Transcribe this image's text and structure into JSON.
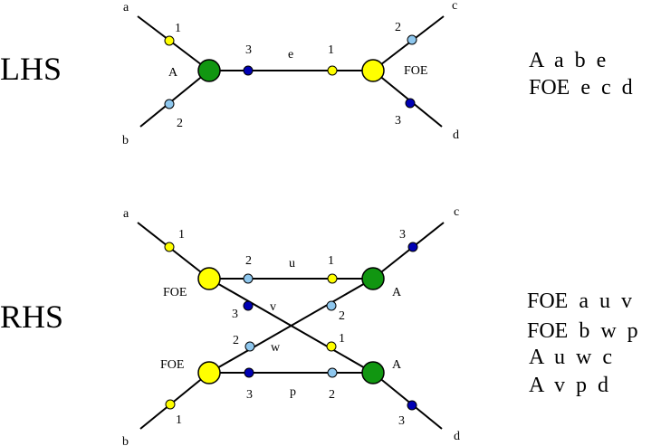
{
  "colors": {
    "green": "#119611",
    "yellow": "#ffff00",
    "light_blue": "#8ec7ee",
    "dark_blue": "#0000b4"
  },
  "lhs": {
    "title": "LHS",
    "free_a": "a",
    "free_b": "b",
    "free_c": "c",
    "free_d": "d",
    "agent_A": "A",
    "agent_FOE": "FOE",
    "edge_e": "e",
    "port_A_1": "1",
    "port_A_2": "2",
    "port_A_3": "3",
    "port_FOE_1": "1",
    "port_FOE_2": "2",
    "port_FOE_3": "3",
    "rules": [
      "A  a  b  e",
      "FOE  e  c  d"
    ]
  },
  "rhs": {
    "title": "RHS",
    "free_a": "a",
    "free_b": "b",
    "free_c": "c",
    "free_d": "d",
    "agent_FOE_top": "FOE",
    "agent_FOE_bottom": "FOE",
    "agent_A_top": "A",
    "agent_A_bottom": "A",
    "edge_u": "u",
    "edge_v": "v",
    "edge_w": "w",
    "edge_p": "p",
    "port_a_1": "1",
    "port_u_left_2": "2",
    "port_u_right_1": "1",
    "port_c_3": "3",
    "port_v_left_3": "3",
    "port_w_right_2": "2",
    "port_w_left_2": "2",
    "port_v_right_1": "1",
    "port_p_left_3": "3",
    "port_p_right_2": "2",
    "port_b_1": "1",
    "port_d_3": "3",
    "rules": [
      "FOE  a  u  v",
      "FOE  b  w  p",
      "A  u  w  c",
      "A  v  p  d"
    ]
  }
}
